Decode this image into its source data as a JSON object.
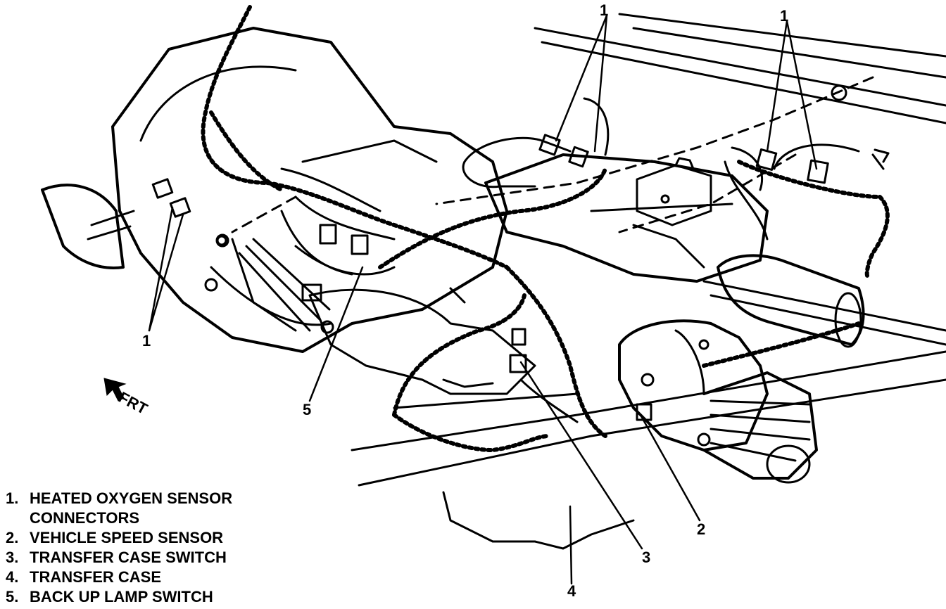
{
  "callouts": {
    "top_center": "1",
    "top_right": "1",
    "left": "1",
    "harness": "5",
    "transfer_case_switch": "3",
    "transfer_case": "4",
    "speed_sensor": "2"
  },
  "orientation": {
    "arrow_icon": "front-arrow-icon",
    "label": "FRT"
  },
  "legend": {
    "items": [
      {
        "num": "1.",
        "text": "HEATED OXYGEN SENSOR"
      },
      {
        "num": "",
        "text": "CONNECTORS"
      },
      {
        "num": "2.",
        "text": "VEHICLE SPEED SENSOR"
      },
      {
        "num": "3.",
        "text": "TRANSFER CASE SWITCH"
      },
      {
        "num": "4.",
        "text": "TRANSFER CASE"
      },
      {
        "num": "5.",
        "text": "BACK UP LAMP SWITCH"
      }
    ]
  },
  "colors": {
    "ink": "#000000",
    "paper": "#ffffff"
  }
}
